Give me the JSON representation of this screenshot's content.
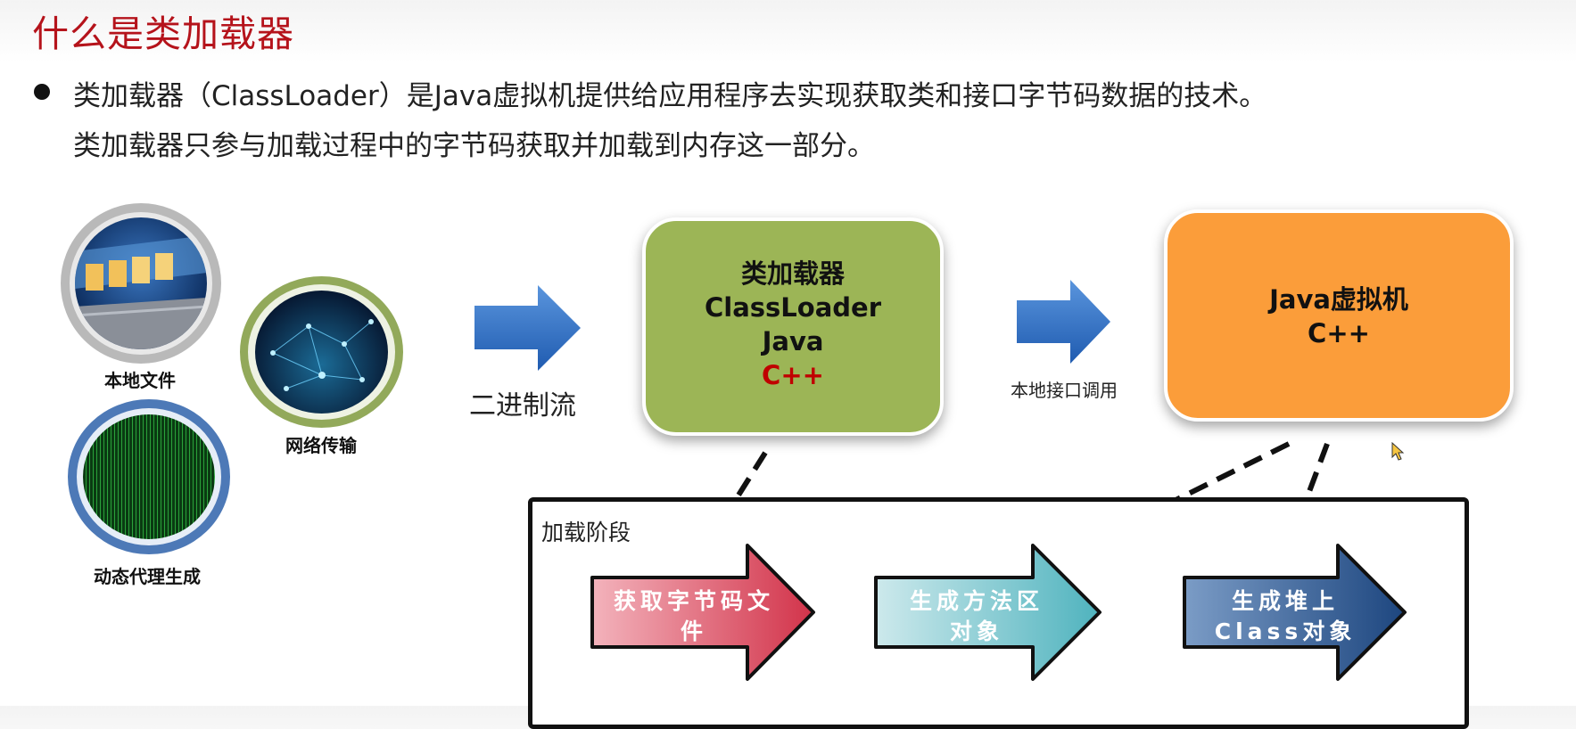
{
  "slide": {
    "title": "什么是类加载器",
    "bullet_line1": "类加载器（ClassLoader）是Java虚拟机提供给应用程序去实现获取类和接口字节码数据的技术。",
    "bullet_line2": "类加载器只参与加载过程中的字节码获取并加载到内存这一部分。"
  },
  "sources": {
    "local_file": "本地文件",
    "network": "网络传输",
    "dynamic_proxy": "动态代理生成"
  },
  "flow": {
    "binary_stream_label": "二进制流",
    "native_interface_label": "本地接口调用"
  },
  "classloader_box": {
    "line1": "类加载器",
    "line2": "ClassLoader",
    "line3": "Java",
    "line4": "C++"
  },
  "jvm_box": {
    "line1": "Java虚拟机",
    "line2": "C++"
  },
  "loading_stage": {
    "label": "加载阶段",
    "step1_line1": "获取字节码文",
    "step1_line2": "件",
    "step2_line1": "生成方法区",
    "step2_line2": "对象",
    "step3_line1": "生成堆上",
    "step3_line2": "Class对象"
  },
  "colors": {
    "title": "#b5131b",
    "classloader_box": "#9cb556",
    "jvm_box": "#fb9d3a",
    "blue_arrow": "#2f6fc4",
    "step1": "#d9455a",
    "step2": "#5fbcc6",
    "step3": "#2b5a95"
  }
}
